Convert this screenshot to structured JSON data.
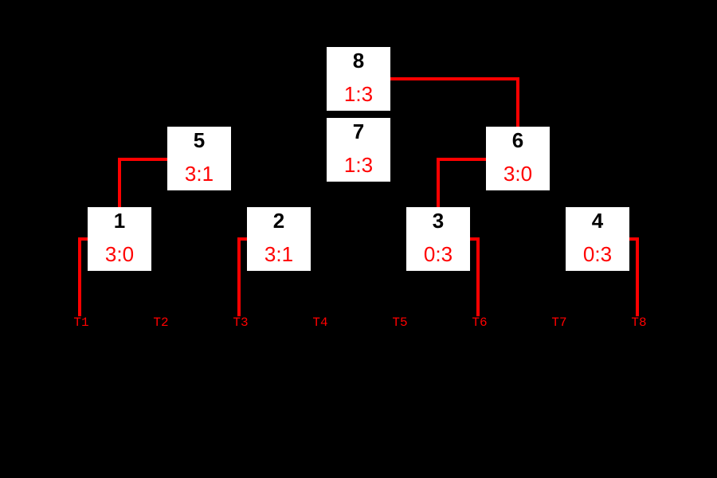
{
  "bracket": {
    "colors": {
      "background": "#000000",
      "box_fill": "#ffffff",
      "match_number": "#000000",
      "accent_red": "#ff0000"
    },
    "matches": [
      {
        "number": "1",
        "score": "3:0"
      },
      {
        "number": "2",
        "score": "3:1"
      },
      {
        "number": "3",
        "score": "0:3"
      },
      {
        "number": "4",
        "score": "0:3"
      },
      {
        "number": "5",
        "score": "3:1"
      },
      {
        "number": "6",
        "score": "3:0"
      },
      {
        "number": "7",
        "score": "1:3"
      },
      {
        "number": "8",
        "score": "1:3"
      }
    ],
    "teams": [
      "T1",
      "T2",
      "T3",
      "T4",
      "T5",
      "T6",
      "T7",
      "T8"
    ]
  }
}
